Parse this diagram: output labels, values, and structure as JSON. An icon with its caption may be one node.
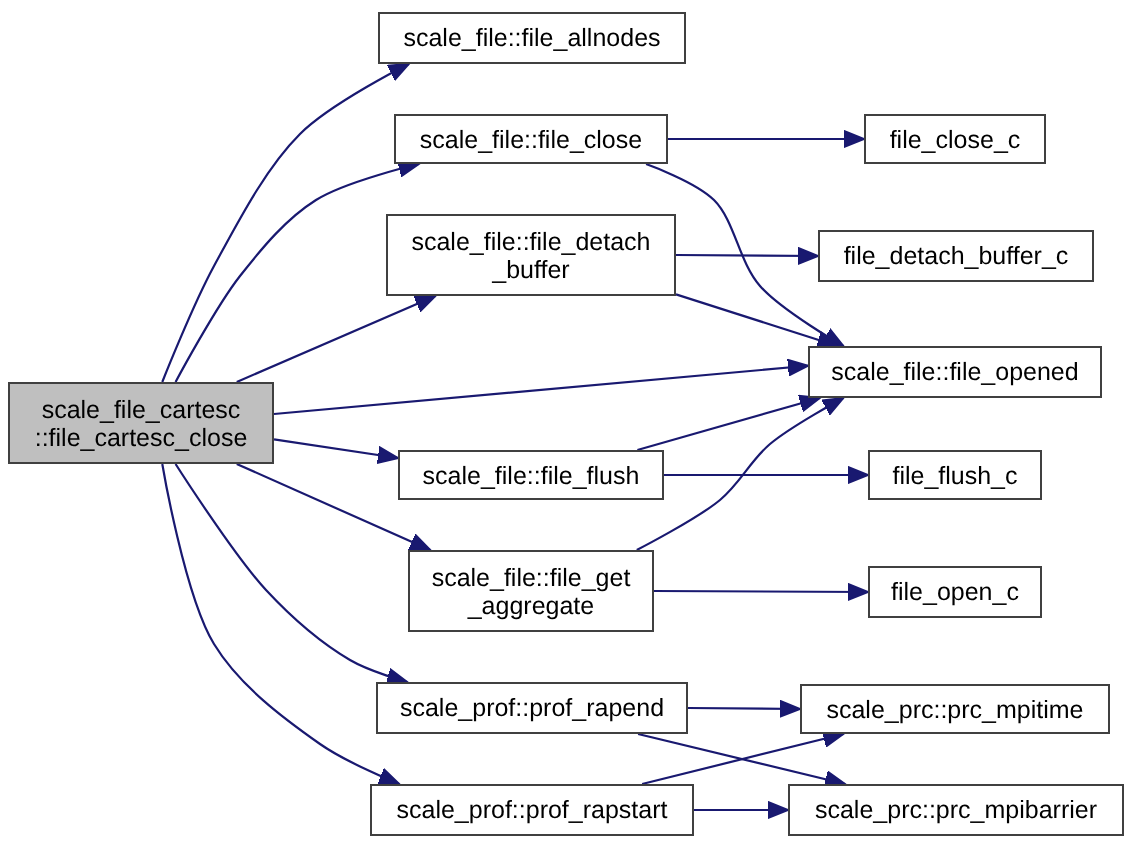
{
  "diagram": {
    "nodes": [
      {
        "text": [
          "scale_file_cartesc ::file_cartesc_close"
        ]
      },
      {
        "text": [
          "scale_file::file_allnodes"
        ]
      },
      {
        "text": [
          "scale_file::file_close"
        ]
      },
      {
        "text": [
          "scale_file::file_detach _buffer"
        ]
      },
      {
        "text": [
          "scale_file::file_flush"
        ]
      },
      {
        "text": [
          "scale_file::file_get _aggregate"
        ]
      },
      {
        "text": [
          "scale_prof::prof_rapend"
        ]
      },
      {
        "text": [
          "scale_prof::prof_rapstart"
        ]
      },
      {
        "text": [
          "file_close_c"
        ]
      },
      {
        "text": [
          "file_detach_buffer_c"
        ]
      },
      {
        "text": [
          "scale_file::file_opened"
        ]
      },
      {
        "text": [
          "file_flush_c"
        ]
      },
      {
        "text": [
          "file_open_c"
        ]
      },
      {
        "text": [
          "scale_prc::prc_mpitime"
        ]
      },
      {
        "text": [
          "scale_prc::prc_mpibarrier"
        ]
      }
    ],
    "edges": [
      {
        "from": 0,
        "to": 1,
        "arrow": "to"
      },
      {
        "from": 0,
        "to": 2,
        "arrow": "to"
      },
      {
        "from": 0,
        "to": 3,
        "arrow": "to"
      },
      {
        "from": 0,
        "to": 10,
        "arrow": "to"
      },
      {
        "from": 0,
        "to": 4,
        "arrow": "to"
      },
      {
        "from": 0,
        "to": 5,
        "arrow": "to"
      },
      {
        "from": 0,
        "to": 6,
        "arrow": "to"
      },
      {
        "from": 0,
        "to": 7,
        "arrow": "to"
      },
      {
        "from": 2,
        "to": 8,
        "arrow": "to"
      },
      {
        "from": 2,
        "to": 10,
        "arrow": "to"
      },
      {
        "from": 3,
        "to": 9,
        "arrow": "to"
      },
      {
        "from": 3,
        "to": 10,
        "arrow": "to"
      },
      {
        "from": 4,
        "to": 10,
        "arrow": "to"
      },
      {
        "from": 4,
        "to": 11,
        "arrow": "to"
      },
      {
        "from": 5,
        "to": 10,
        "arrow": "to"
      },
      {
        "from": 5,
        "to": 12,
        "arrow": "to"
      },
      {
        "from": 6,
        "to": 13,
        "arrow": "to"
      },
      {
        "from": 6,
        "to": 14,
        "arrow": "to"
      },
      {
        "from": 7,
        "to": 13,
        "arrow": "to"
      },
      {
        "from": 7,
        "to": 14,
        "arrow": "to"
      }
    ]
  }
}
